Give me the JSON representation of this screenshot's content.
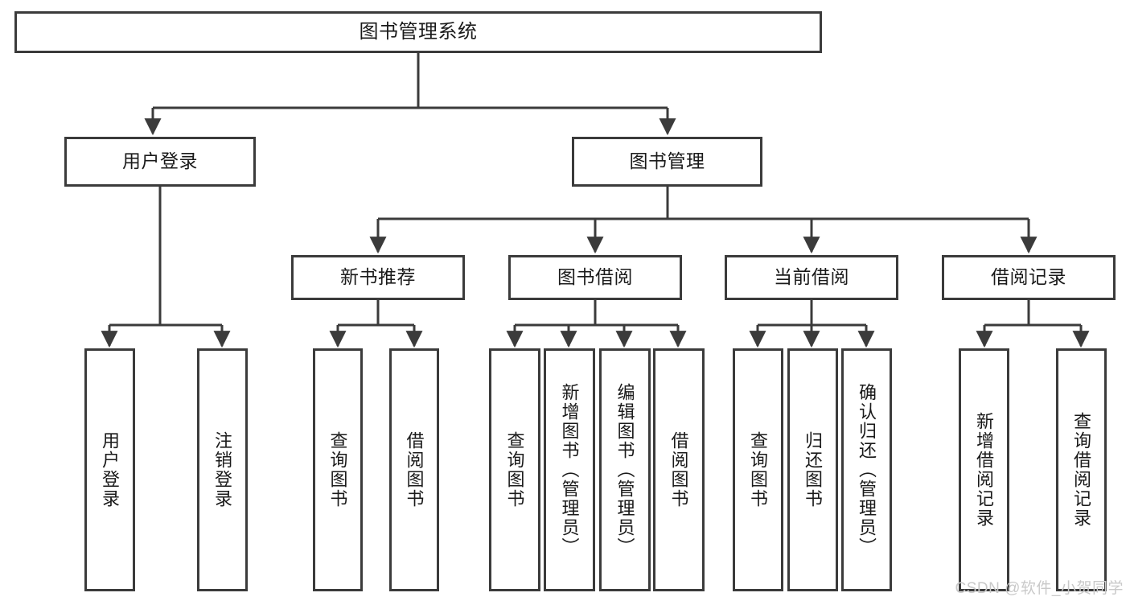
{
  "diagram": {
    "title": "图书管理系统",
    "type": "functional-structure-tree",
    "line_color": "#3b3b3b",
    "box_fill": "#ffffff",
    "text_color": "#1a1a1a"
  },
  "nodes": {
    "root": {
      "label": "图书管理系统"
    },
    "level2": [
      {
        "label": "用户登录"
      },
      {
        "label": "图书管理"
      }
    ],
    "level3": [
      {
        "label": "新书推荐"
      },
      {
        "label": "图书借阅"
      },
      {
        "label": "当前借阅"
      },
      {
        "label": "借阅记录"
      }
    ],
    "leaves": {
      "user_login": [
        {
          "label": "用户登录"
        },
        {
          "label": "注销登录"
        }
      ],
      "new_book_recommend": [
        {
          "label": "查询图书"
        },
        {
          "label": "借阅图书"
        }
      ],
      "book_borrow": [
        {
          "label": "查询图书"
        },
        {
          "label": "新增图书（管理员）"
        },
        {
          "label": "编辑图书（管理员）"
        },
        {
          "label": "借阅图书"
        }
      ],
      "current_borrow": [
        {
          "label": "查询图书"
        },
        {
          "label": "归还图书"
        },
        {
          "label": "确认归还（管理员）"
        }
      ],
      "borrow_record": [
        {
          "label": "新增借阅记录"
        },
        {
          "label": "查询借阅记录"
        }
      ]
    }
  },
  "watermark": {
    "text": "CSDN @软件_小贺同学"
  }
}
